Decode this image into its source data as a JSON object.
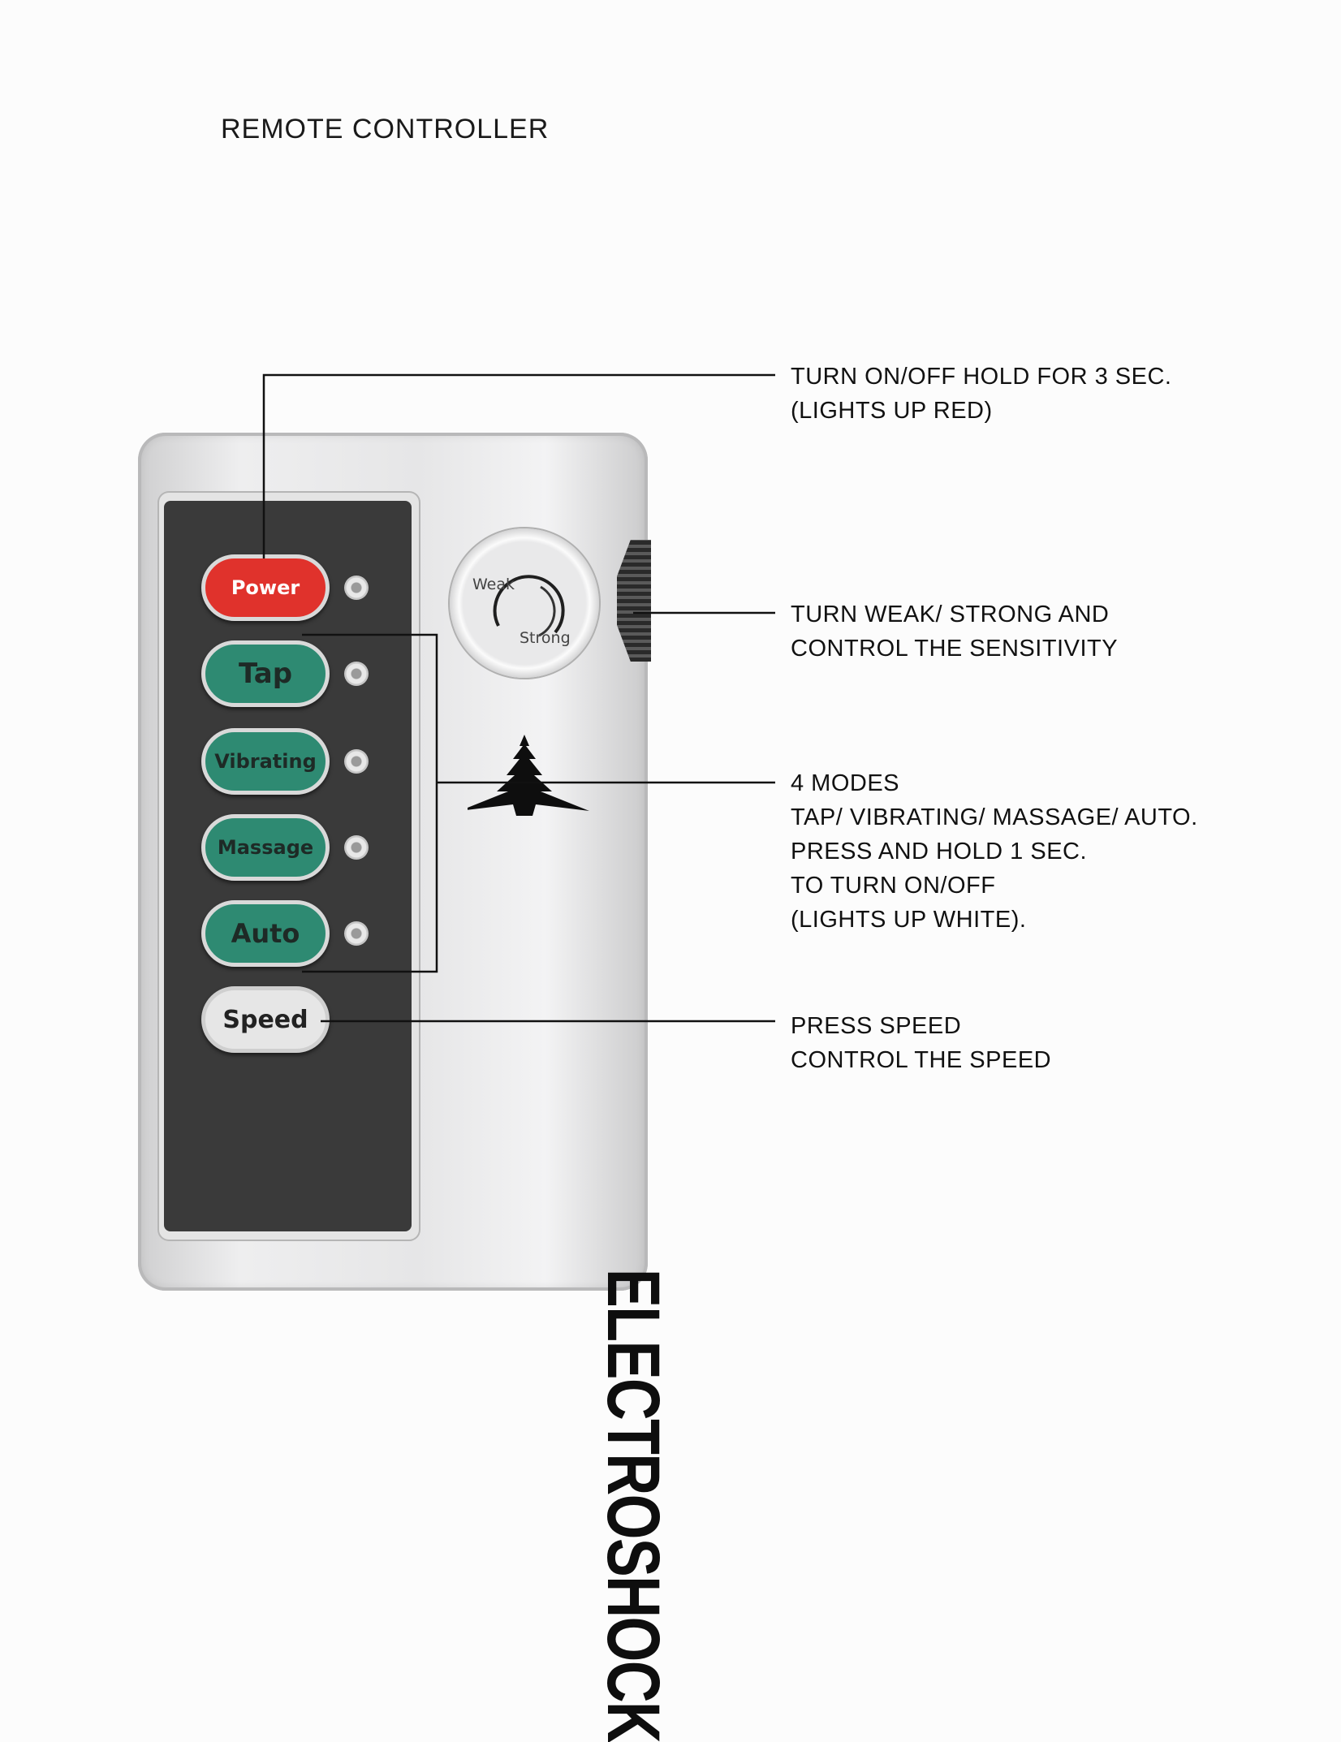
{
  "title": "REMOTE CONTROLLER",
  "buttons": {
    "power": "Power",
    "tap": "Tap",
    "vibrating": "Vibrating",
    "massage": "Massage",
    "auto": "Auto",
    "speed": "Speed"
  },
  "knob": {
    "weak": "Weak",
    "strong": "Strong"
  },
  "brand": "ELECTROSHOCK",
  "annotations": {
    "power": [
      "TURN ON/OFF HOLD FOR 3 SEC.",
      "(LIGHTS UP RED)"
    ],
    "knob": [
      "TURN WEAK/ STRONG AND",
      "CONTROL THE SENSITIVITY"
    ],
    "modes": [
      "4 MODES",
      "TAP/ VIBRATING/ MASSAGE/ AUTO.",
      "PRESS AND HOLD 1 SEC.",
      "TO TURN ON/OFF",
      "(LIGHTS UP WHITE)."
    ],
    "speed": [
      "PRESS SPEED",
      "CONTROL THE SPEED"
    ]
  },
  "colors": {
    "power": "#e0322c",
    "mode": "#2e8a72",
    "panel": "#3a3a3a",
    "speed": "#e6e6e6"
  }
}
